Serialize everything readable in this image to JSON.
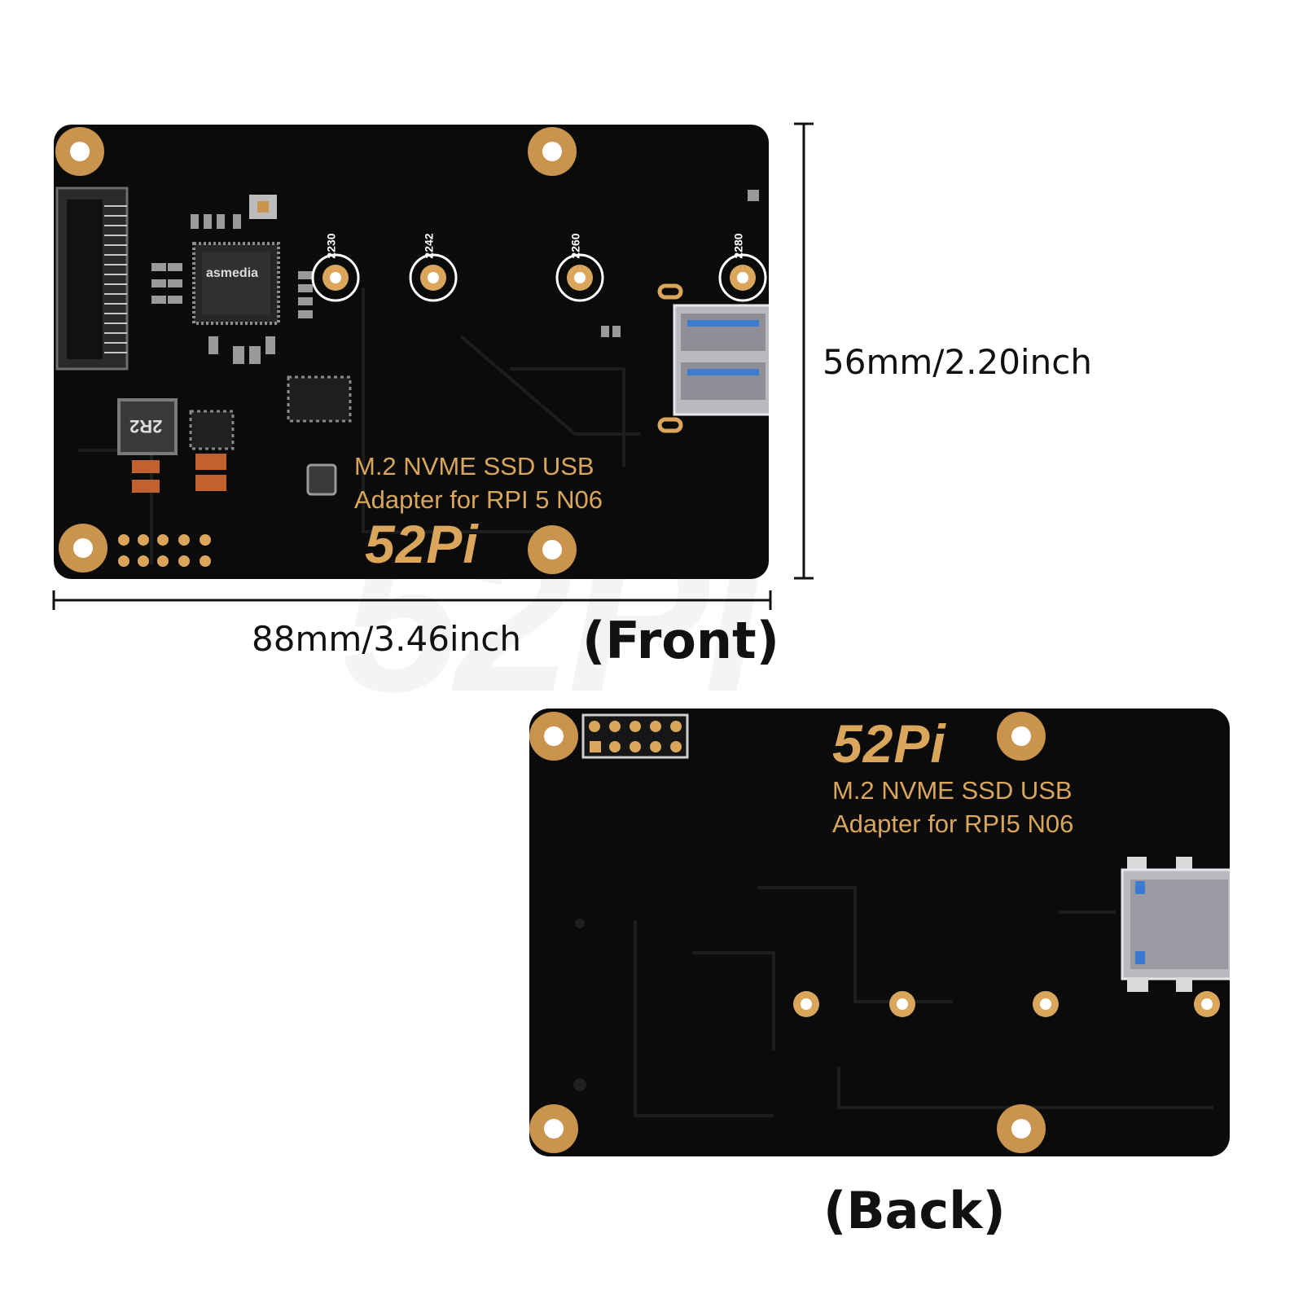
{
  "watermark": "52Pi",
  "dimensions": {
    "width_label": "88mm/3.46inch",
    "height_label": "56mm/2.20inch"
  },
  "front": {
    "caption": "(Front)",
    "title_line1": "M.2 NVME SSD USB",
    "title_line2": "Adapter for RPI 5 N06",
    "logo": "52Pi",
    "chip_brand": "asmedia",
    "inductor_label": "2R2",
    "ssd_length_marks": [
      "2230",
      "2242",
      "2260",
      "2280"
    ]
  },
  "back": {
    "caption": "(Back)",
    "title_line1": "M.2 NVME SSD USB",
    "title_line2": "Adapter for RPI5 N06",
    "logo": "52Pi"
  },
  "colors": {
    "pcb": "#0b0b0b",
    "gold": "#d9a65c",
    "pad": "#c9944d"
  }
}
